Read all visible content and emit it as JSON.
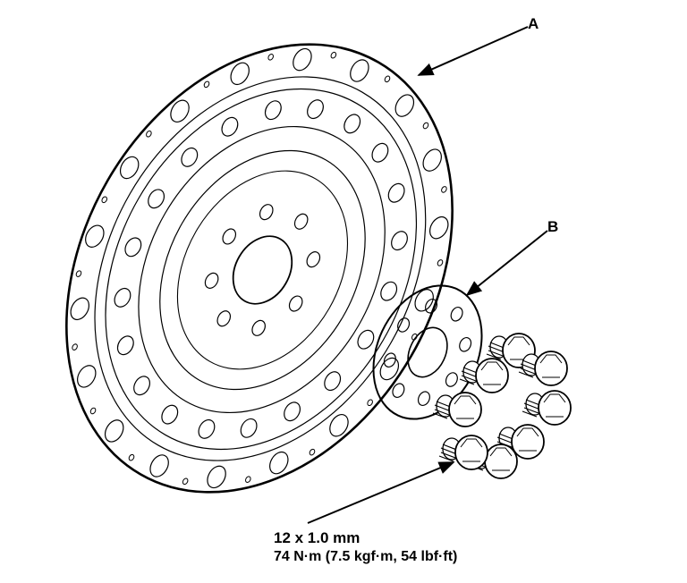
{
  "callouts": {
    "a": "A",
    "b": "B"
  },
  "bolt_spec": {
    "size": "12 x 1.0 mm",
    "torque": "74 N·m (7.5 kgf·m, 54 lbf·ft)"
  },
  "colors": {
    "line": "#000000",
    "background": "#ffffff"
  }
}
